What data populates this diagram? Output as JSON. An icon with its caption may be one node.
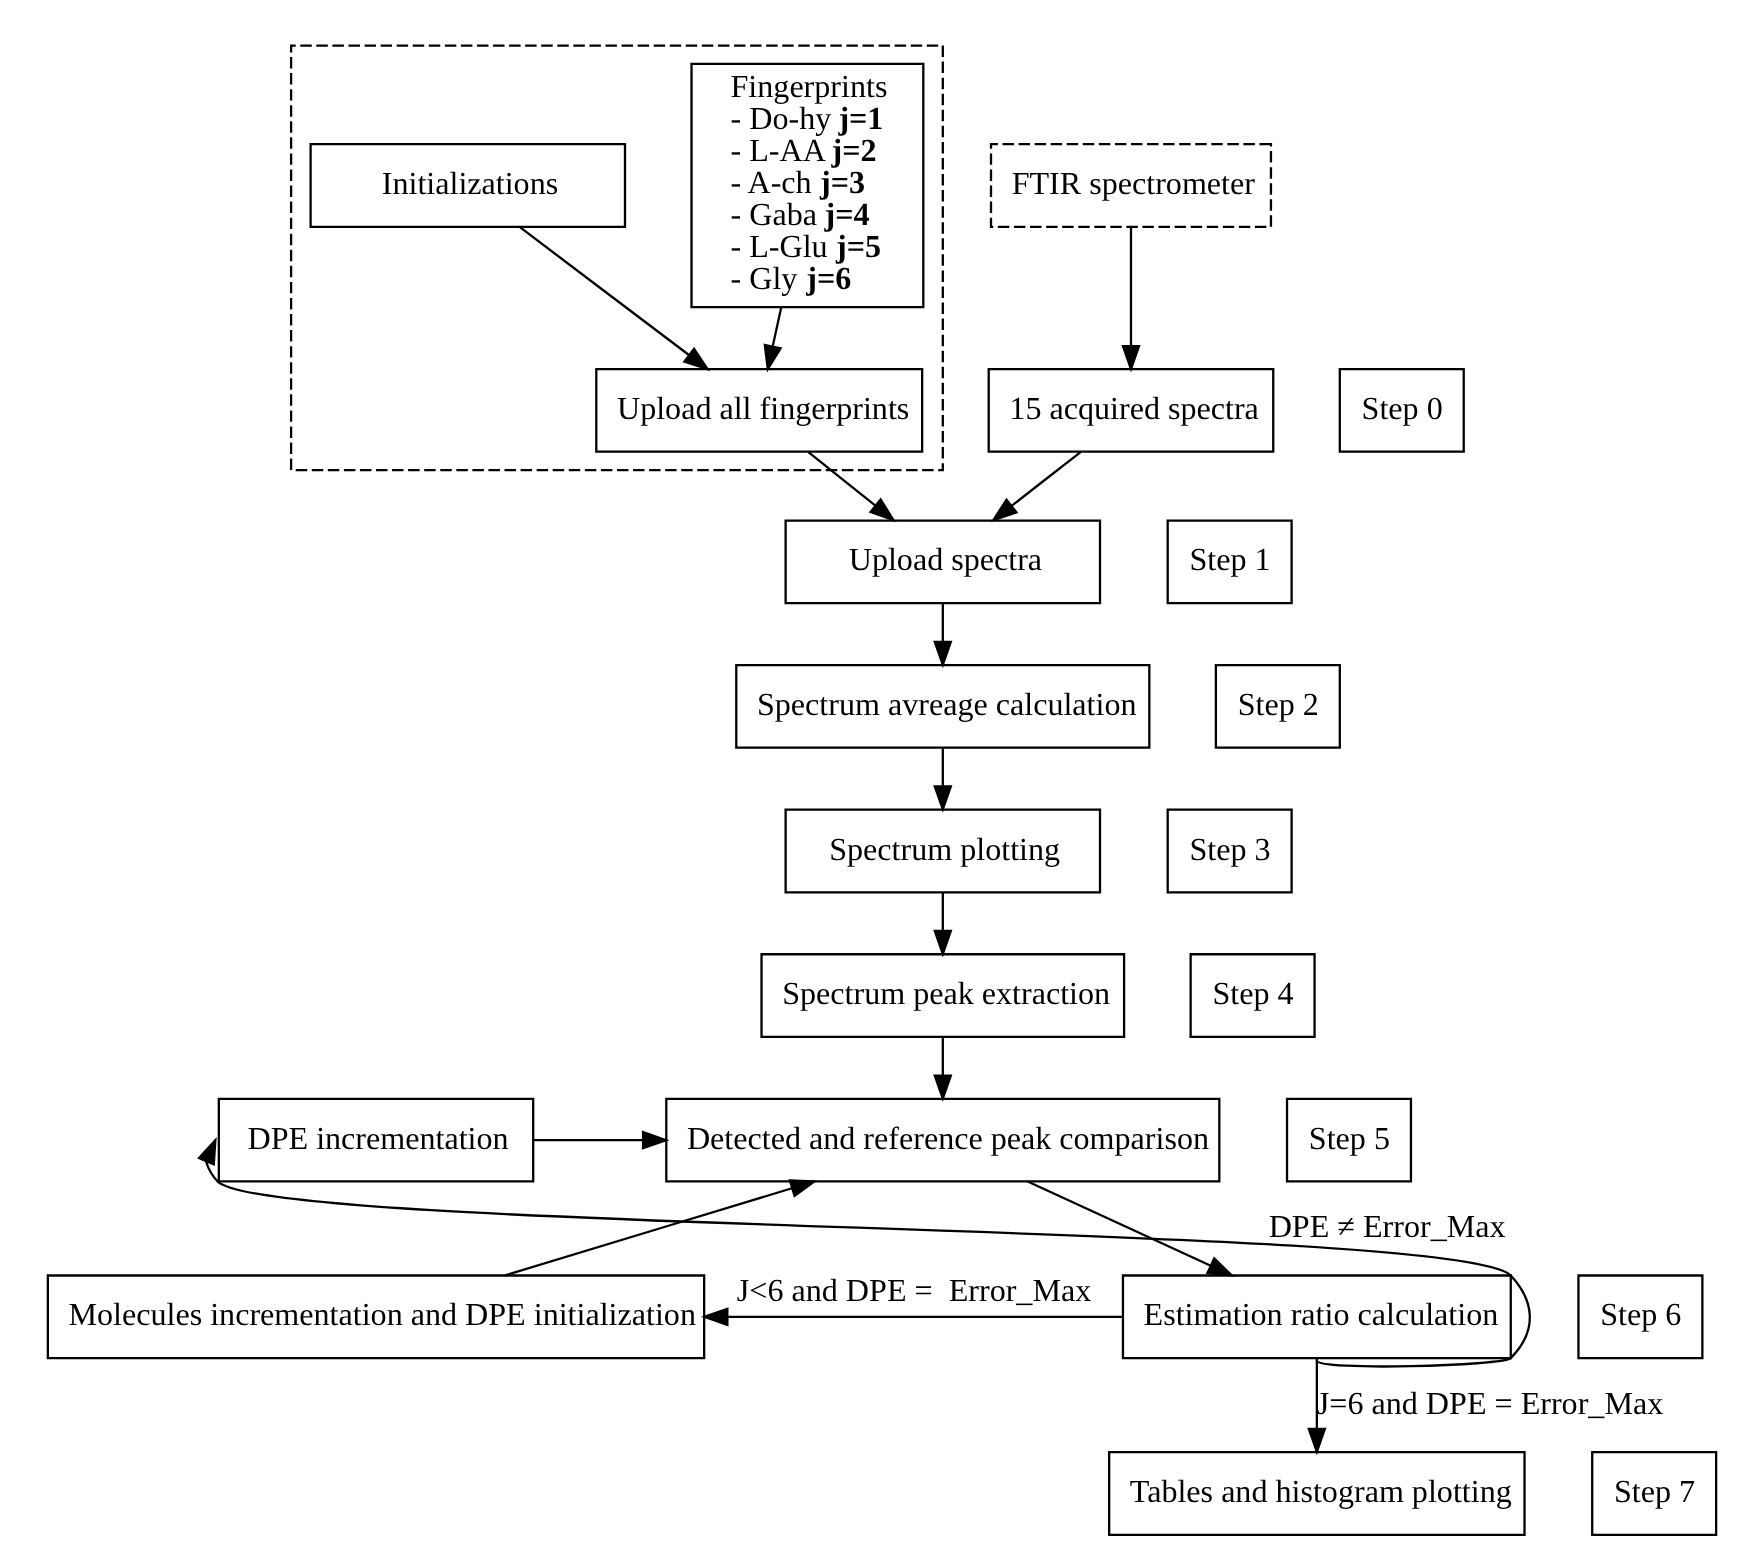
{
  "diagram": {
    "nodes": [
      {
        "text": [],
        "shape": "box"
      },
      {
        "text": [
          "Fingerprints",
          "- Do-hy **j=1**",
          "- L-AA **j=2**",
          "- A-ch **j=3**",
          "- Gaba **j=4**",
          "- L-Glu **j=5**",
          "- Gly **j=6**"
        ],
        "in": 0
      },
      {
        "text": [
          "Initializations"
        ],
        "in": 0
      },
      {
        "text": [
          "Upload all fingerprints"
        ],
        "in": 0
      },
      {
        "text": [
          "FTIR spectrometer"
        ]
      },
      {
        "text": [
          "Upload spectra"
        ]
      },
      {
        "text": [
          "15 acquired spectra"
        ]
      },
      {
        "text": [
          "Spectrum avreage calculation"
        ]
      },
      {
        "text": [
          "Spectrum plotting"
        ]
      },
      {
        "text": [
          "Spectrum peak extraction"
        ]
      },
      {
        "text": [
          "DPE incrementation"
        ]
      },
      {
        "text": [
          "Molecules incrementation and DPE initialization"
        ]
      },
      {
        "text": [
          "Detected and reference peak comparison"
        ]
      },
      {
        "text": [
          "Estimation ratio calculation"
        ]
      },
      {
        "text": [
          "Tables and histogram plotting"
        ]
      },
      {
        "text": [
          "Step 0"
        ]
      },
      {
        "text": [
          "Step 1"
        ]
      },
      {
        "text": [
          "Step 2"
        ]
      },
      {
        "text": [
          "Step 3"
        ]
      },
      {
        "text": [
          "Step 4"
        ]
      },
      {
        "text": [
          "Step 5"
        ]
      },
      {
        "text": [
          "Step 6"
        ]
      },
      {
        "text": [
          "Step 7"
        ]
      }
    ],
    "edges": [
      {
        "from": 1,
        "to": 3,
        "arrow": "to"
      },
      {
        "from": 2,
        "to": 3,
        "arrow": "to"
      },
      {
        "from": 3,
        "to": 5,
        "arrow": "to"
      },
      {
        "from": 4,
        "to": 6,
        "arrow": "to"
      },
      {
        "from": 6,
        "to": 5,
        "arrow": "to"
      },
      {
        "from": 5,
        "to": 7,
        "arrow": "to"
      },
      {
        "from": 7,
        "to": 8,
        "arrow": "to"
      },
      {
        "from": 8,
        "to": 9,
        "arrow": "to"
      },
      {
        "from": 9,
        "to": 12,
        "arrow": "to"
      },
      {
        "from": 10,
        "to": 12,
        "arrow": "to"
      },
      {
        "from": 11,
        "to": 12,
        "arrow": "to"
      },
      {
        "from": 12,
        "to": 13,
        "arrow": "to"
      },
      {
        "from": 13,
        "to": 14,
        "label": "J=6 and DPE = Error_Max",
        "arrow": "to"
      },
      {
        "from": 13,
        "to": 11,
        "label": "J<6 and DPE =  Error_Max",
        "arrow": "to"
      },
      {
        "from": 13,
        "to": 10,
        "label": "DPE ≠ Error_Max",
        "arrow": "to"
      }
    ]
  }
}
